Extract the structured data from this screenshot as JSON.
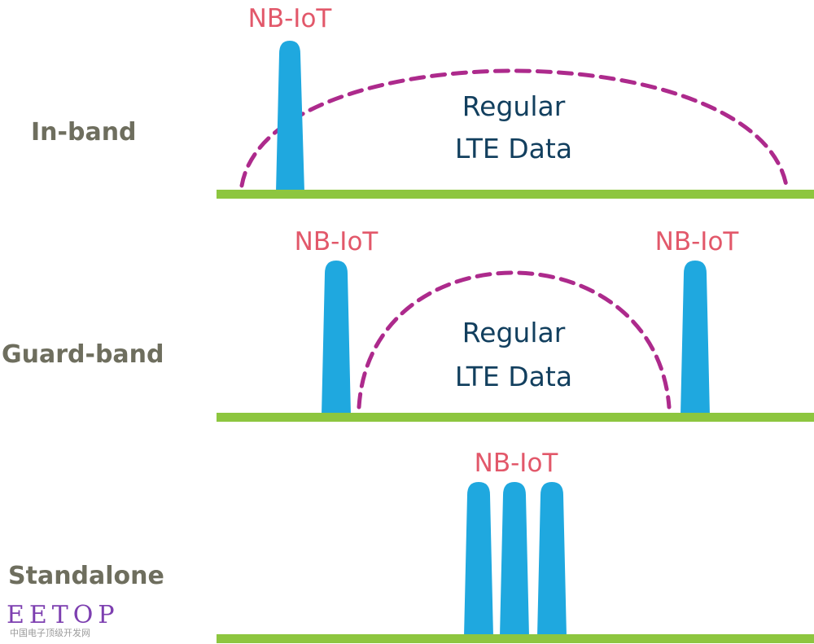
{
  "colors": {
    "baseline": "#8dc63f",
    "carrier": "#1fa8df",
    "dashed_envelope": "#ad2a8c",
    "nb_label": "#e2586a",
    "lte_label": "#123f5e",
    "mode_label": "#6e6e5e"
  },
  "modes": [
    {
      "label": "In-band",
      "nb_labels": [
        "NB-IoT"
      ],
      "lte_text": [
        "Regular",
        "LTE Data"
      ]
    },
    {
      "label": "Guard-band",
      "nb_labels": [
        "NB-IoT",
        "NB-IoT"
      ],
      "lte_text": [
        "Regular",
        "LTE Data"
      ]
    },
    {
      "label": "Standalone",
      "nb_labels": [
        "NB-IoT"
      ],
      "lte_text": []
    }
  ],
  "watermark": {
    "main": "EETOP",
    "sub": "中国电子顶级开发网"
  }
}
